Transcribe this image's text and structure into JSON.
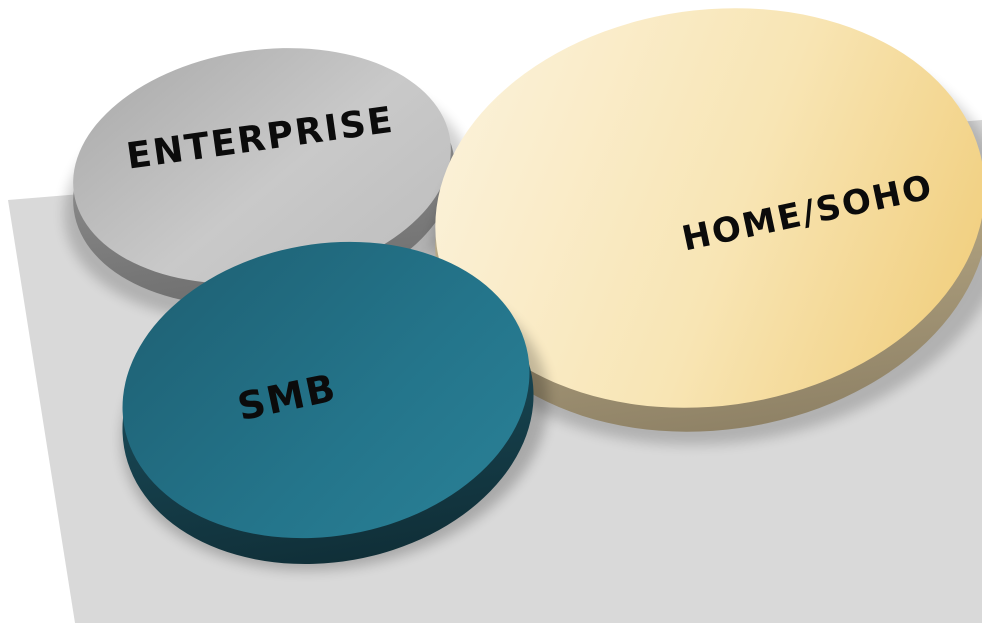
{
  "diagram": {
    "background_panel_color": "#d9d9d9",
    "discs": [
      {
        "id": "enterprise",
        "label": "ENTERPRISE",
        "color_light": "#c8c8c8",
        "color_dark": "#8f8f8f"
      },
      {
        "id": "home-soho",
        "label": "HOME/SOHO",
        "color_light": "#fbf0d6",
        "color_dark": "#f2d48a"
      },
      {
        "id": "smb",
        "label": "SMB",
        "color_light": "#2a7a90",
        "color_dark": "#1a4f5e"
      }
    ]
  }
}
